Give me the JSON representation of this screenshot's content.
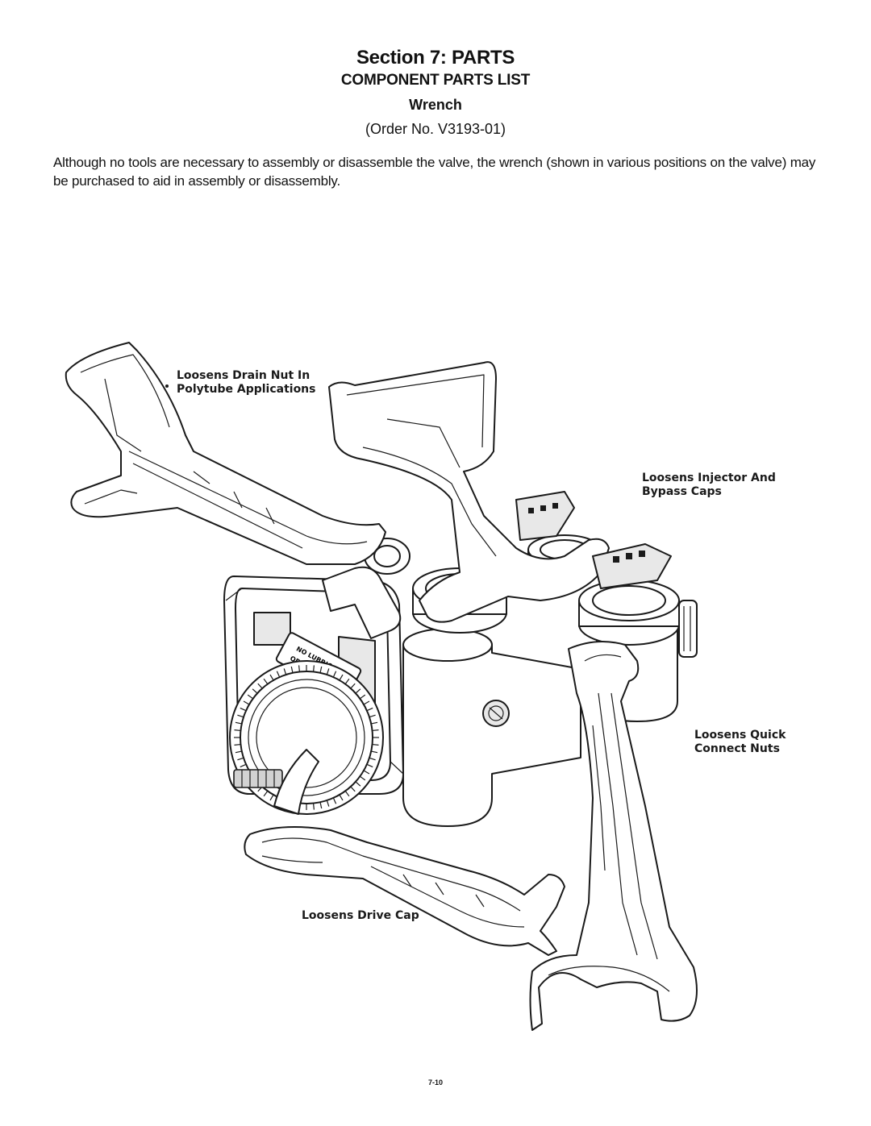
{
  "header": {
    "section_title": "Section 7: PARTS",
    "subtitle": "COMPONENT PARTS LIST",
    "part_name": "Wrench",
    "order_number": "(Order No. V3193-01)"
  },
  "intro": {
    "text": "Although no tools are necessary to assembly or disassemble the valve, the wrench (shown in various positions on the valve) may be purchased to aid in assembly or disassembly."
  },
  "callouts": {
    "drain_nut": {
      "line1": "Loosens Drain Nut In",
      "line2": "Polytube Applications"
    },
    "injector_caps": {
      "line1": "Loosens Injector And",
      "line2": "Bypass Caps"
    },
    "quick_connect": {
      "line1": "Loosens Quick",
      "line2": "Connect Nuts"
    },
    "drive_cap": {
      "line1": "Loosens Drive Cap"
    }
  },
  "illustration": {
    "label_text": [
      "NO LUBRICANT",
      "OR CLEAR SEAL"
    ]
  },
  "footer": {
    "page_number": "7-10"
  }
}
